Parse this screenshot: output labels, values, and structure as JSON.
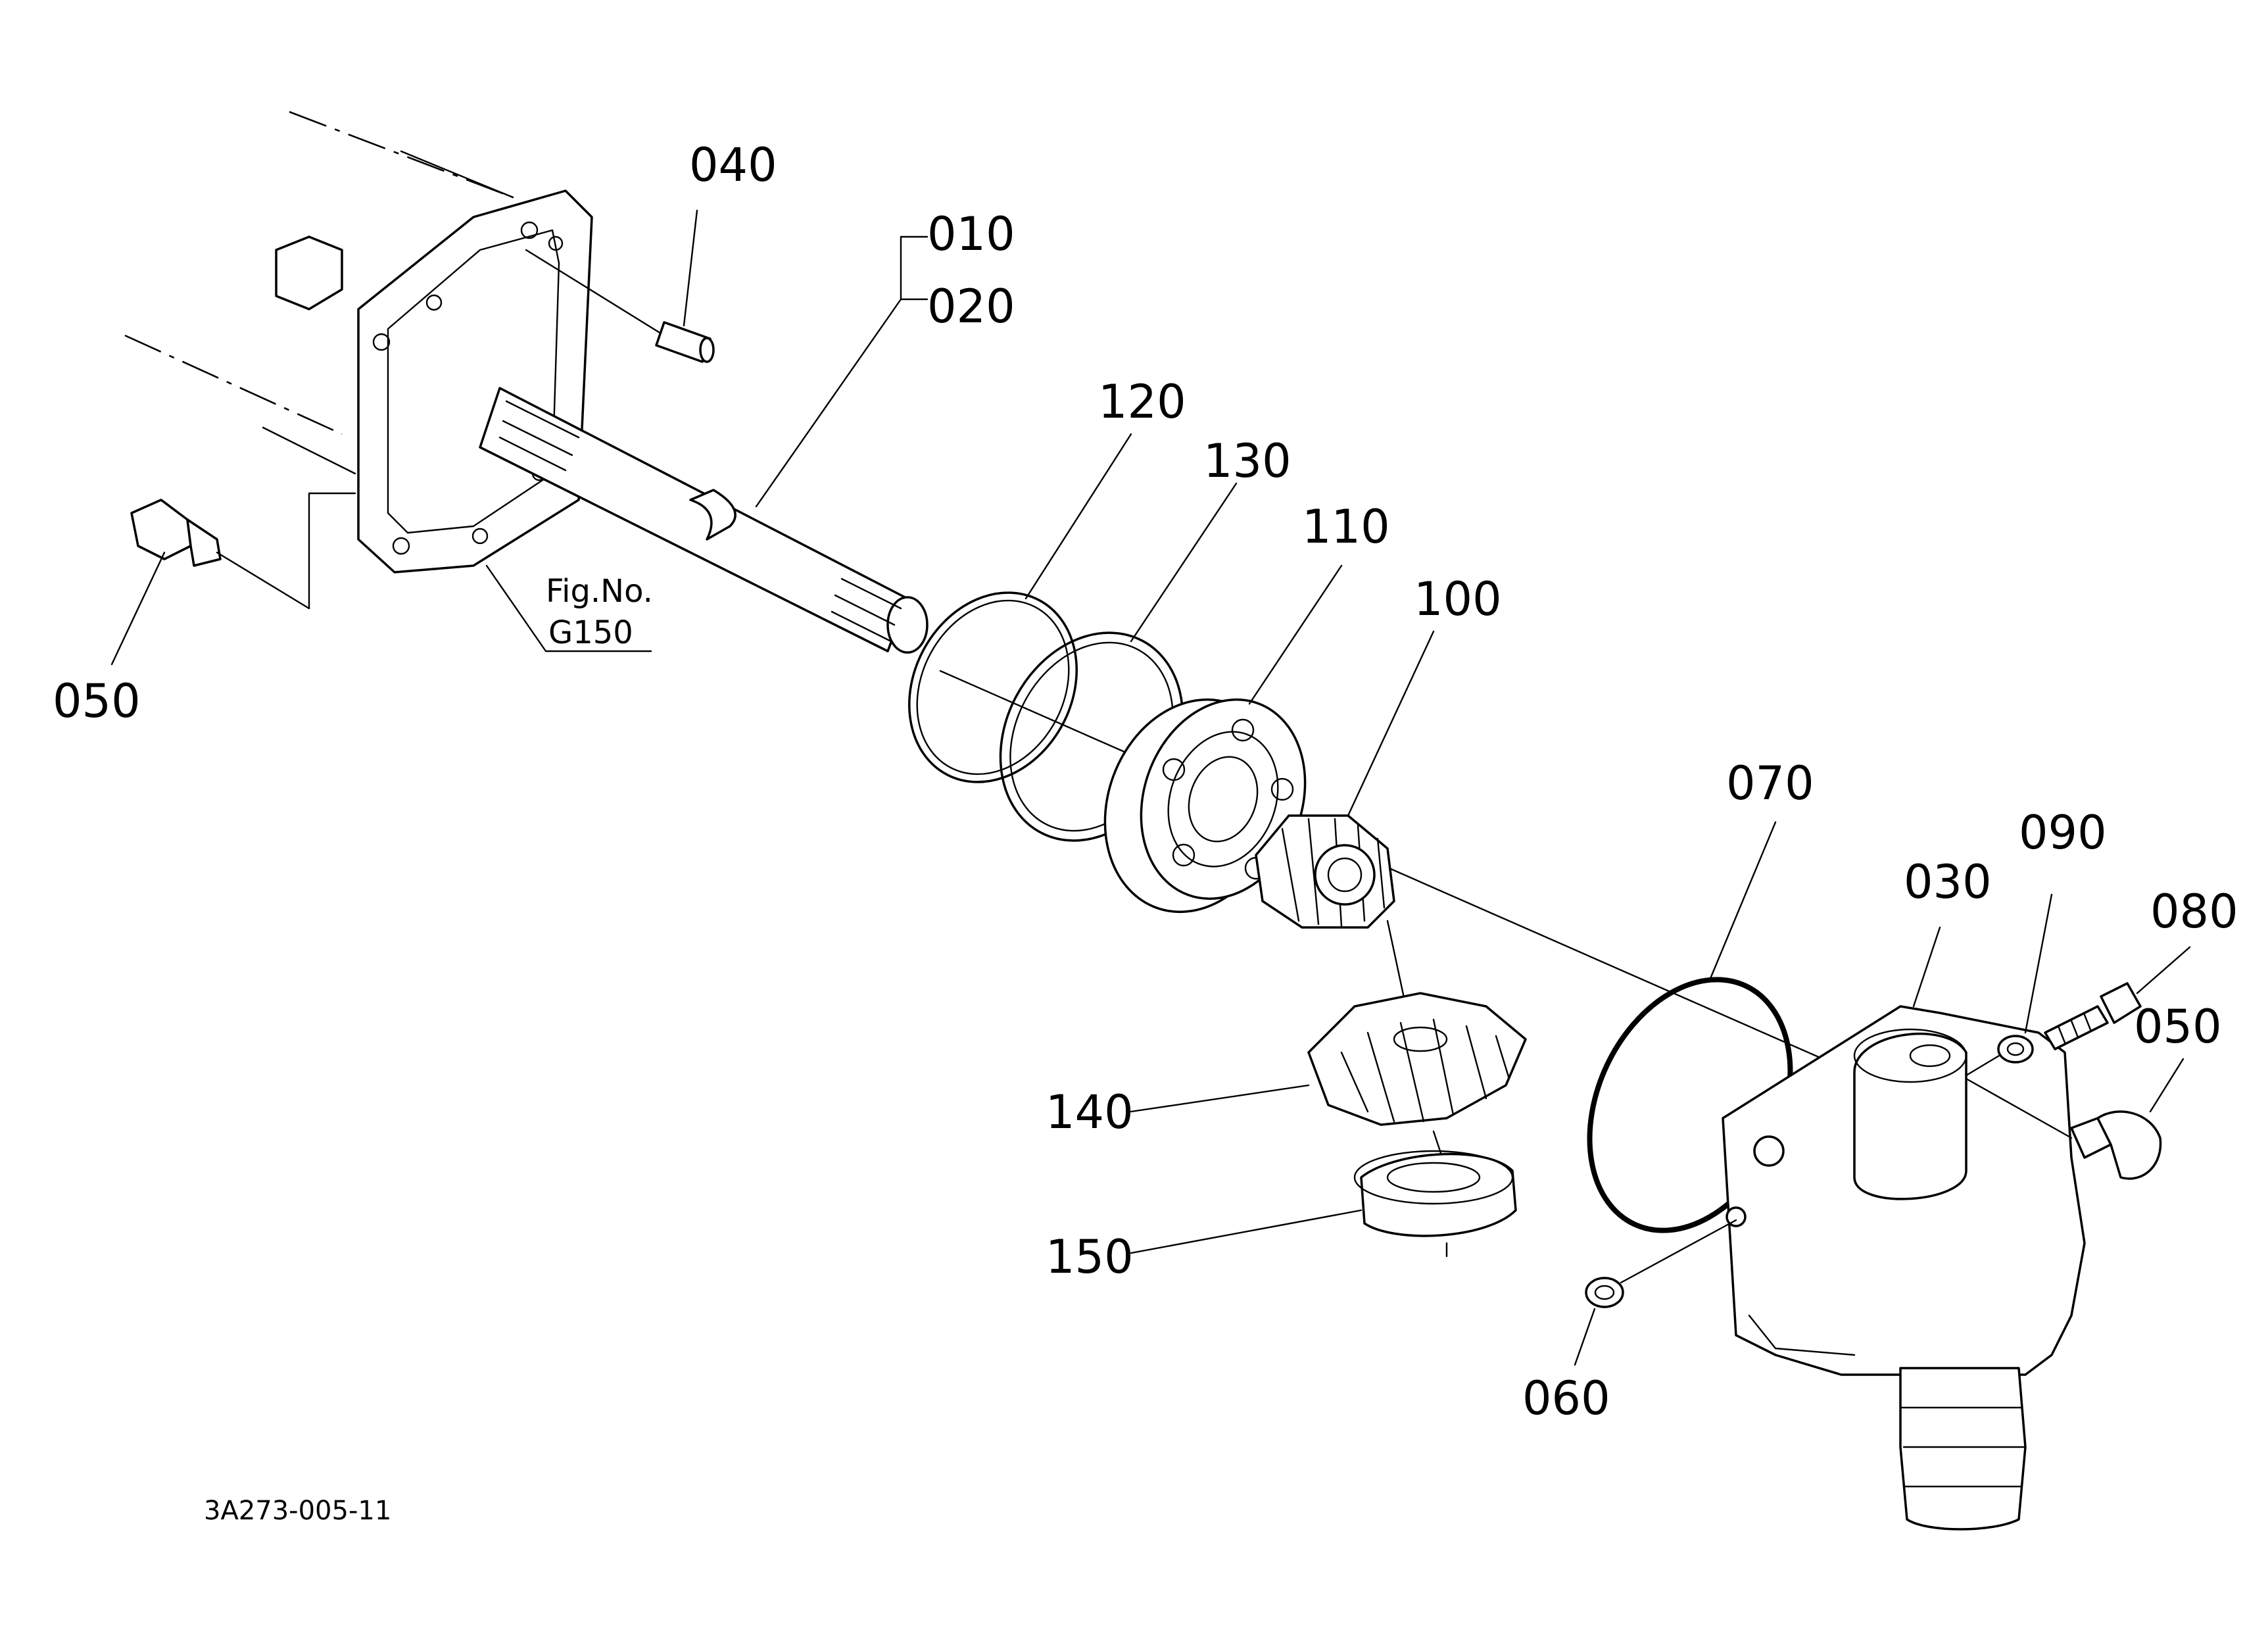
{
  "diagram": {
    "labels": {
      "p040": "040",
      "p010": "010",
      "p020": "020",
      "p120": "120",
      "p130": "130",
      "p110": "110",
      "p100": "100",
      "p050_left": "050",
      "p070": "070",
      "p090": "090",
      "p030": "030",
      "p080": "080",
      "p050_right": "050",
      "p140": "140",
      "p150": "150",
      "p060": "060"
    },
    "fig_ref": {
      "line1": "Fig.No.",
      "line2": "G150"
    },
    "drawing_code": "3A273-005-11"
  }
}
